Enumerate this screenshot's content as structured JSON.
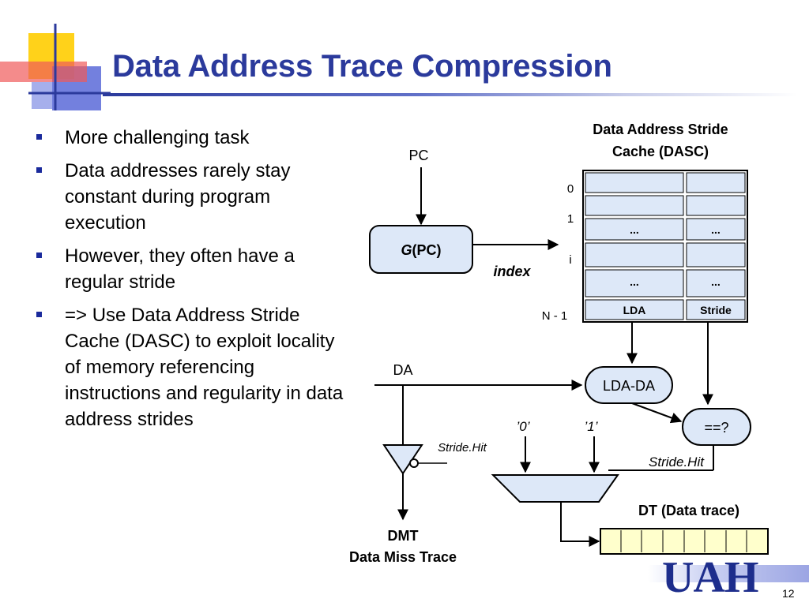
{
  "slide": {
    "title": "Data Address Trace Compression",
    "number": "12",
    "logo_text": "UAH"
  },
  "bullets": [
    "More challenging task",
    "Data addresses rarely stay constant during program execution",
    "However, they often have a regular stride",
    "=> Use Data Address Stride Cache (DASC) to exploit locality of memory referencing instructions and regularity in data address strides"
  ],
  "diagram": {
    "dasc_title_line1": "Data Address Stride",
    "dasc_title_line2": "Cache (DASC)",
    "pc_label": "PC",
    "g_func": "G",
    "g_arg": "(PC)",
    "index_label": "index",
    "row_labels": {
      "zero": "0",
      "one": "1",
      "i": "i",
      "last": "N - 1"
    },
    "cell_dots": "...",
    "col_lda": "LDA",
    "col_stride": "Stride",
    "da_label": "DA",
    "lda_da": "LDA-DA",
    "compare": "==?",
    "mux_in0": "’0’",
    "mux_in1": "’1’",
    "stride_hit": "Stride.Hit",
    "dt_label": "DT (Data trace)",
    "dmt_label": "DMT",
    "dmt_sub": "Data Miss Trace"
  },
  "colors": {
    "title": "#2b3a9c",
    "cell_fill": "#dde8f8",
    "node_fill": "#dde8f8",
    "mux_fill": "#dde8f8",
    "trace_fill": "#ffffcc",
    "deco_yellow": "#ffd21a",
    "deco_red": "#f05a5a",
    "deco_blue": "#3a4bd0"
  }
}
